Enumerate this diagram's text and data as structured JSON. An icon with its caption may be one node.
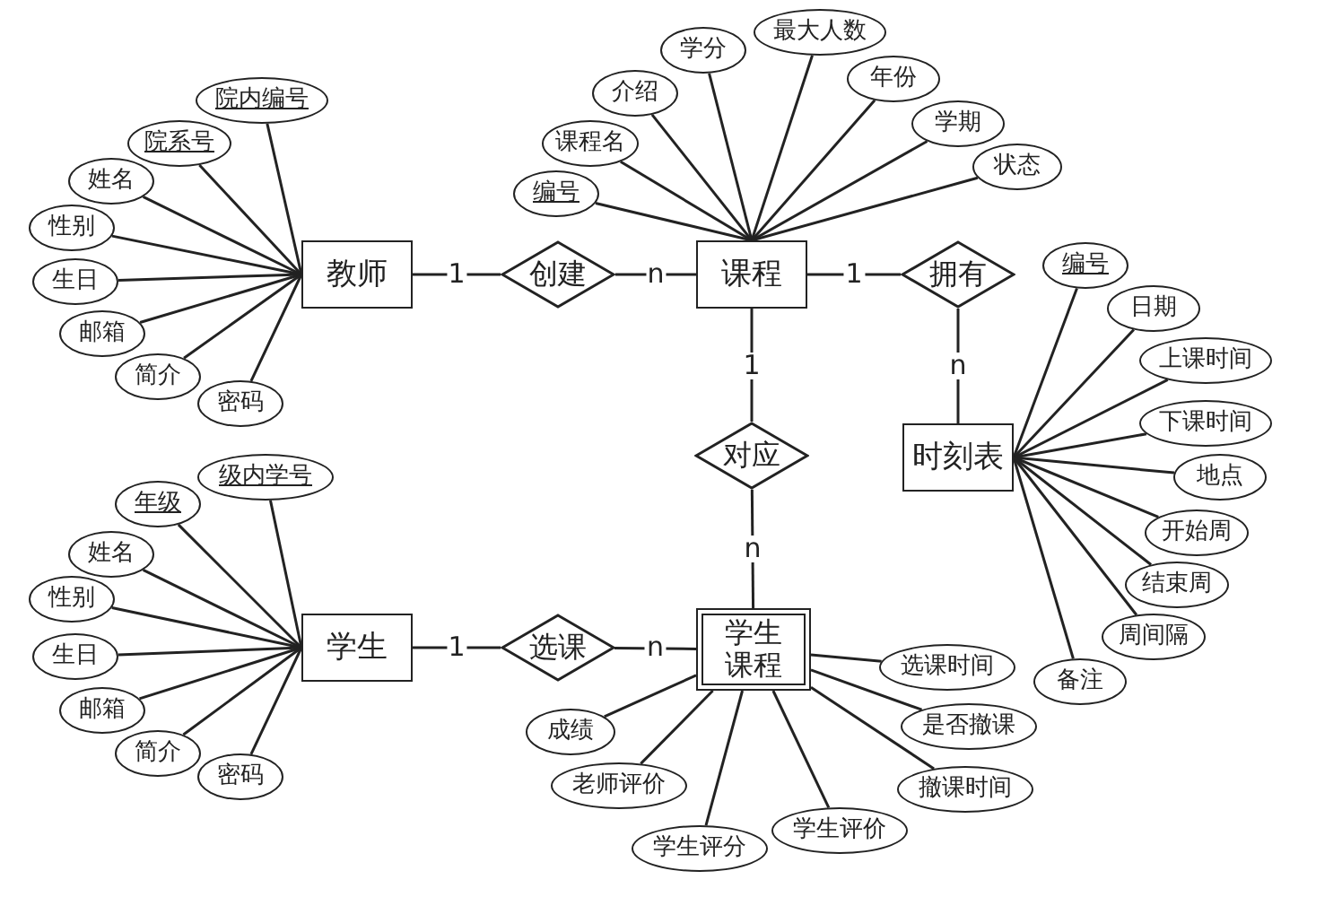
{
  "diagram": {
    "nodes": [
      {
        "text": [
          "教师"
        ]
      },
      {
        "text": [
          "创建"
        ]
      },
      {
        "text": [
          "课程"
        ]
      },
      {
        "text": [
          "拥有"
        ]
      },
      {
        "text": [
          "时刻表"
        ]
      },
      {
        "text": [
          "对应"
        ]
      },
      {
        "text": [
          "学生"
        ]
      },
      {
        "text": [
          "选课"
        ]
      },
      {
        "text": [
          "学生课程"
        ]
      },
      {
        "text": [
          "院内编号"
        ]
      },
      {
        "text": [
          "院系号"
        ]
      },
      {
        "text": [
          "姓名"
        ]
      },
      {
        "text": [
          "性别"
        ]
      },
      {
        "text": [
          "生日"
        ]
      },
      {
        "text": [
          "邮箱"
        ]
      },
      {
        "text": [
          "简介"
        ]
      },
      {
        "text": [
          "密码"
        ]
      },
      {
        "text": [
          "编号"
        ]
      },
      {
        "text": [
          "课程名"
        ]
      },
      {
        "text": [
          "介绍"
        ]
      },
      {
        "text": [
          "学分"
        ]
      },
      {
        "text": [
          "最大人数"
        ]
      },
      {
        "text": [
          "年份"
        ]
      },
      {
        "text": [
          "学期"
        ]
      },
      {
        "text": [
          "状态"
        ]
      },
      {
        "text": [
          "编号"
        ]
      },
      {
        "text": [
          "日期"
        ]
      },
      {
        "text": [
          "上课时间"
        ]
      },
      {
        "text": [
          "下课时间"
        ]
      },
      {
        "text": [
          "地点"
        ]
      },
      {
        "text": [
          "开始周"
        ]
      },
      {
        "text": [
          "结束周"
        ]
      },
      {
        "text": [
          "周间隔"
        ]
      },
      {
        "text": [
          "备注"
        ]
      },
      {
        "text": [
          "级内学号"
        ]
      },
      {
        "text": [
          "年级"
        ]
      },
      {
        "text": [
          "姓名"
        ]
      },
      {
        "text": [
          "性别"
        ]
      },
      {
        "text": [
          "生日"
        ]
      },
      {
        "text": [
          "邮箱"
        ]
      },
      {
        "text": [
          "简介"
        ]
      },
      {
        "text": [
          "密码"
        ]
      },
      {
        "text": [
          "选课时间"
        ]
      },
      {
        "text": [
          "是否撤课"
        ]
      },
      {
        "text": [
          "撤课时间"
        ]
      },
      {
        "text": [
          "学生评价"
        ]
      },
      {
        "text": [
          "学生评分"
        ]
      },
      {
        "text": [
          "老师评价"
        ]
      },
      {
        "text": [
          "成绩"
        ]
      }
    ],
    "edges": [
      {
        "from": 0,
        "to": 1,
        "arrow": "none",
        "label": "1"
      },
      {
        "from": 1,
        "to": 2,
        "arrow": "none",
        "label": "n"
      },
      {
        "from": 2,
        "to": 3,
        "arrow": "none",
        "label": "1"
      },
      {
        "from": 3,
        "to": 4,
        "arrow": "none",
        "label": "n"
      },
      {
        "from": 2,
        "to": 5,
        "arrow": "none",
        "label": "1"
      },
      {
        "from": 5,
        "to": 8,
        "arrow": "none",
        "label": "n"
      },
      {
        "from": 6,
        "to": 7,
        "arrow": "none",
        "label": "1"
      },
      {
        "from": 7,
        "to": 8,
        "arrow": "none",
        "label": "n"
      },
      {
        "from": 9,
        "to": 0,
        "arrow": "none"
      },
      {
        "from": 10,
        "to": 0,
        "arrow": "none"
      },
      {
        "from": 11,
        "to": 0,
        "arrow": "none"
      },
      {
        "from": 12,
        "to": 0,
        "arrow": "none"
      },
      {
        "from": 13,
        "to": 0,
        "arrow": "none"
      },
      {
        "from": 14,
        "to": 0,
        "arrow": "none"
      },
      {
        "from": 15,
        "to": 0,
        "arrow": "none"
      },
      {
        "from": 16,
        "to": 0,
        "arrow": "none"
      },
      {
        "from": 17,
        "to": 2,
        "arrow": "none"
      },
      {
        "from": 18,
        "to": 2,
        "arrow": "none"
      },
      {
        "from": 19,
        "to": 2,
        "arrow": "none"
      },
      {
        "from": 20,
        "to": 2,
        "arrow": "none"
      },
      {
        "from": 21,
        "to": 2,
        "arrow": "none"
      },
      {
        "from": 22,
        "to": 2,
        "arrow": "none"
      },
      {
        "from": 23,
        "to": 2,
        "arrow": "none"
      },
      {
        "from": 24,
        "to": 2,
        "arrow": "none"
      },
      {
        "from": 25,
        "to": 4,
        "arrow": "none"
      },
      {
        "from": 26,
        "to": 4,
        "arrow": "none"
      },
      {
        "from": 27,
        "to": 4,
        "arrow": "none"
      },
      {
        "from": 28,
        "to": 4,
        "arrow": "none"
      },
      {
        "from": 29,
        "to": 4,
        "arrow": "none"
      },
      {
        "from": 30,
        "to": 4,
        "arrow": "none"
      },
      {
        "from": 31,
        "to": 4,
        "arrow": "none"
      },
      {
        "from": 32,
        "to": 4,
        "arrow": "none"
      },
      {
        "from": 33,
        "to": 4,
        "arrow": "none"
      },
      {
        "from": 34,
        "to": 6,
        "arrow": "none"
      },
      {
        "from": 35,
        "to": 6,
        "arrow": "none"
      },
      {
        "from": 36,
        "to": 6,
        "arrow": "none"
      },
      {
        "from": 37,
        "to": 6,
        "arrow": "none"
      },
      {
        "from": 38,
        "to": 6,
        "arrow": "none"
      },
      {
        "from": 39,
        "to": 6,
        "arrow": "none"
      },
      {
        "from": 40,
        "to": 6,
        "arrow": "none"
      },
      {
        "from": 41,
        "to": 6,
        "arrow": "none"
      },
      {
        "from": 42,
        "to": 8,
        "arrow": "none"
      },
      {
        "from": 43,
        "to": 8,
        "arrow": "none"
      },
      {
        "from": 44,
        "to": 8,
        "arrow": "none"
      },
      {
        "from": 45,
        "to": 8,
        "arrow": "none"
      },
      {
        "from": 46,
        "to": 8,
        "arrow": "none"
      },
      {
        "from": 47,
        "to": 8,
        "arrow": "none"
      },
      {
        "from": 48,
        "to": 8,
        "arrow": "none"
      }
    ]
  }
}
